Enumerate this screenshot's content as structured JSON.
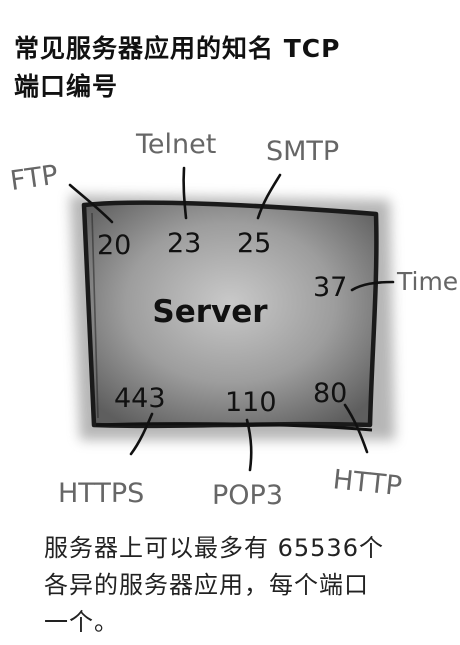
{
  "heading": {
    "line1": "常见服务器应用的知名 TCP",
    "line2": "端口编号"
  },
  "server": {
    "label": "Server",
    "ports": {
      "ftp": "20",
      "telnet": "23",
      "smtp": "25",
      "time": "37",
      "https": "443",
      "pop3": "110",
      "http": "80"
    }
  },
  "services": {
    "ftp": "FTP",
    "telnet": "Telnet",
    "smtp": "SMTP",
    "time": "Time",
    "https": "HTTPS",
    "pop3": "POP3",
    "http": "HTTP"
  },
  "caption": {
    "line1": "服务器上可以最多有 65536个",
    "line2": "各异的服务器应用，每个端口",
    "line3": "一个。"
  }
}
